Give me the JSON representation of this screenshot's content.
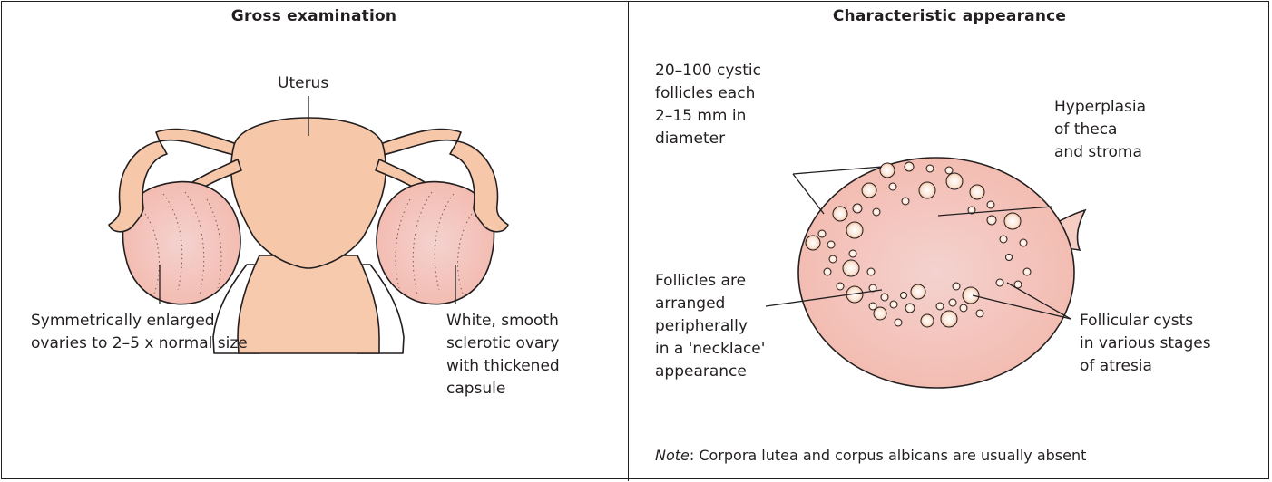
{
  "panels": {
    "left": {
      "title": "Gross examination",
      "labels": {
        "uterus": "Uterus",
        "enlarged": "Symmetrically enlarged\novaries to 2–5 x normal size",
        "sclerotic": "White, smooth\nsclerotic ovary\nwith thickened\ncapsule"
      }
    },
    "right": {
      "title": "Characteristic appearance",
      "labels": {
        "cystic": "20–100 cystic\nfollicles each\n2–15 mm in\ndiameter",
        "hyperplasia": "Hyperplasia\nof theca\nand stroma",
        "necklace": "Follicles are\narranged\nperipherally\nin a 'necklace'\nappearance",
        "atresia": "Follicular cysts\nin various stages\nof atresia"
      },
      "note": {
        "prefix": "Note",
        "text": ": Corpora lutea and corpus albicans are usually absent"
      }
    }
  },
  "colors": {
    "tissue": "#f6c7a8",
    "tissue_light": "#fbe0d0",
    "ovary_fill": "#f6cdc3",
    "follicle": "#f8e8dc",
    "outline": "#231f20"
  }
}
